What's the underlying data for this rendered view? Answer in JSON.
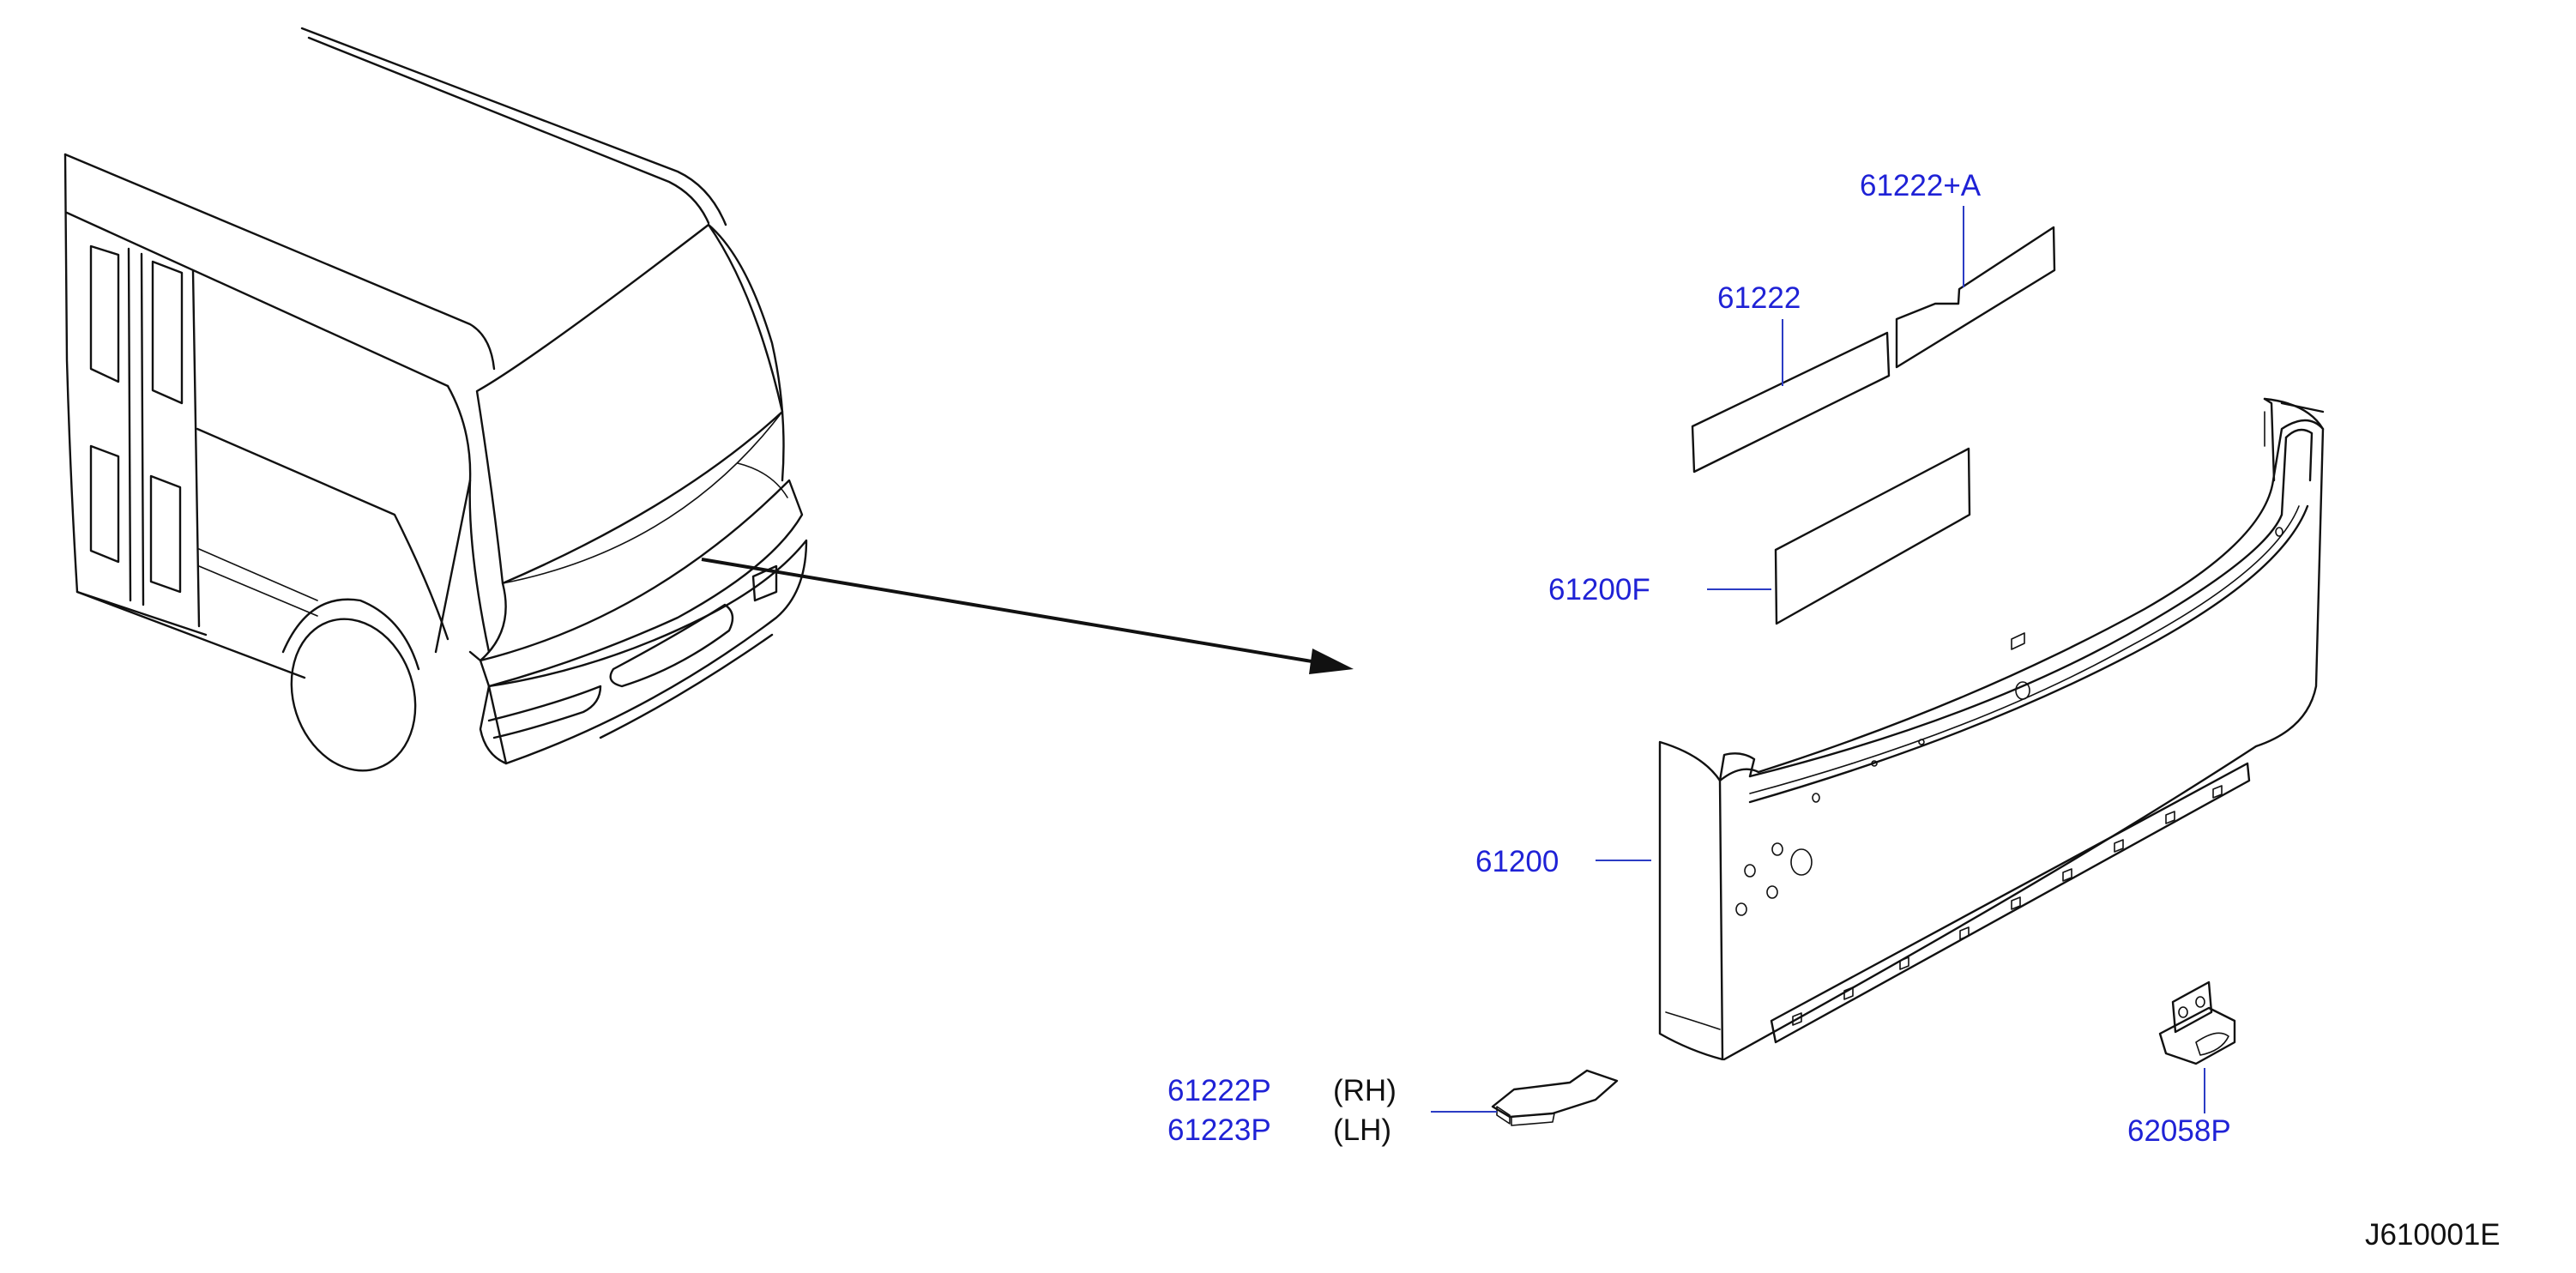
{
  "parts": {
    "gusset_plate_a": {
      "number": "61222+A"
    },
    "gusset_plate": {
      "number": "61222"
    },
    "panel_filler": {
      "number": "61200F"
    },
    "front_panel": {
      "number": "61200"
    },
    "bracket_rh": {
      "number": "61222P",
      "side": "(RH)"
    },
    "bracket_lh": {
      "number": "61223P",
      "side": "(LH)"
    },
    "clip": {
      "number": "62058P"
    }
  },
  "diagram_code": "J610001E",
  "colors": {
    "part_number": "#1f22d6",
    "line_art": "#111111",
    "background": "#ffffff"
  }
}
